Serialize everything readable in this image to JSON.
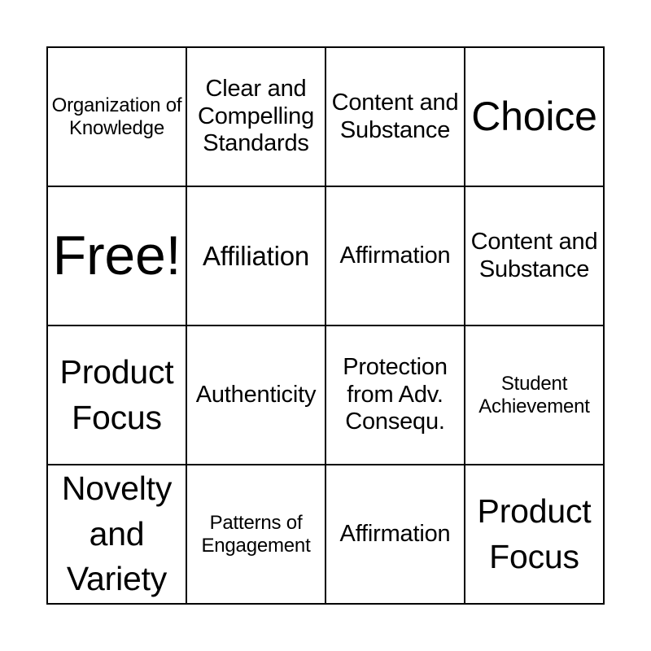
{
  "card": {
    "cells": [
      {
        "text": "Organization of Knowledge",
        "size": "s-sm"
      },
      {
        "text": "Clear and Compelling Standards",
        "size": "s-md"
      },
      {
        "text": "Content and Substance",
        "size": "s-md"
      },
      {
        "text": "Choice",
        "size": "s-xl"
      },
      {
        "text": "Free!",
        "size": "s-xxl"
      },
      {
        "text": "Affiliation",
        "size": "s-md2"
      },
      {
        "text": "Affirmation",
        "size": "s-md"
      },
      {
        "text": "Content and Substance",
        "size": "s-md"
      },
      {
        "text": "Product Focus",
        "size": "s-lg"
      },
      {
        "text": "Authenticity",
        "size": "s-md"
      },
      {
        "text": "Protection from Adv. Consequ.",
        "size": "s-md"
      },
      {
        "text": "Student Achievement",
        "size": "s-sm"
      },
      {
        "text": "Novelty and Variety",
        "size": "s-lg"
      },
      {
        "text": "Patterns of Engagement",
        "size": "s-sm"
      },
      {
        "text": "Affirmation",
        "size": "s-md"
      },
      {
        "text": "Product Focus",
        "size": "s-lg"
      }
    ]
  }
}
